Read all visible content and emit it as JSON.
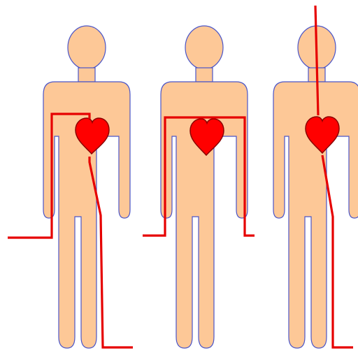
{
  "colors": {
    "skin": "#fdc897",
    "outline": "#4a55c8",
    "heart": "#ff0000",
    "heart_outline": "#8b0000",
    "current_path": "#e60000",
    "background": "#ffffff"
  },
  "figures": [
    {
      "id": "figure-1",
      "icon": "human-figure-icon",
      "path": "left-hand-to-right-foot"
    },
    {
      "id": "figure-2",
      "icon": "human-figure-icon",
      "path": "left-hand-to-right-hand"
    },
    {
      "id": "figure-3",
      "icon": "human-figure-icon",
      "path": "head-to-right-foot"
    }
  ],
  "heart_icon": "heart-icon"
}
